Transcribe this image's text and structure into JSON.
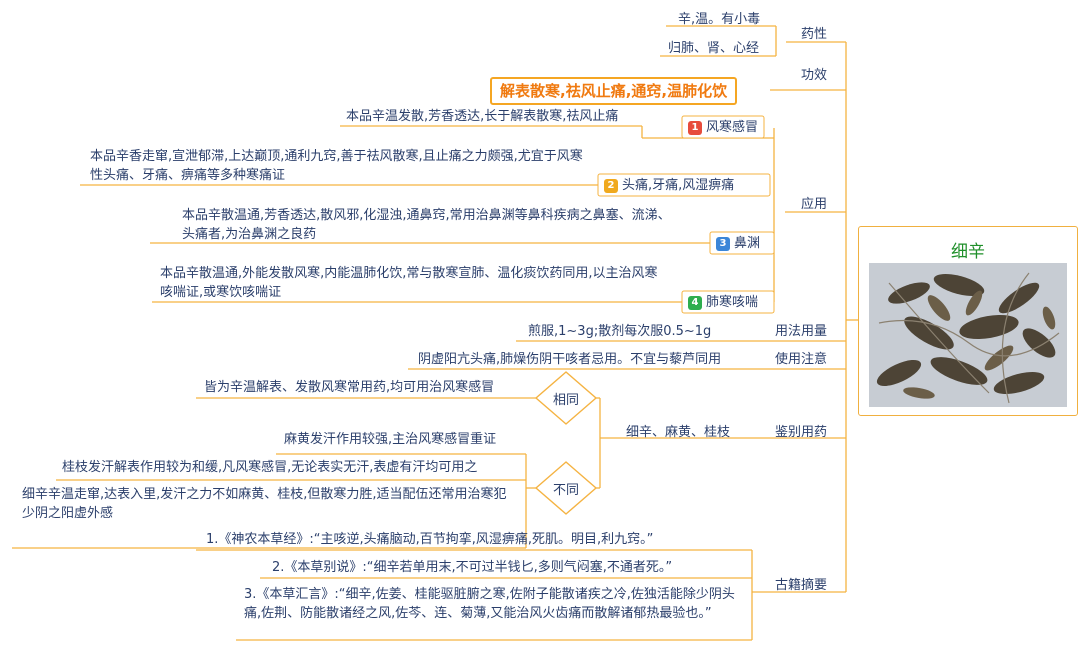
{
  "root": {
    "title": "细辛",
    "image_icon": "herb-photo"
  },
  "properties": {
    "label": "药性",
    "items": [
      "辛,温。有小毒",
      "归肺、肾、心经"
    ]
  },
  "efficacy": {
    "label": "功效",
    "text": "解表散寒,祛风止痛,通窍,温肺化饮"
  },
  "applications": {
    "label": "应用",
    "items": [
      {
        "num": "1",
        "title": "风寒感冒",
        "desc": "本品辛温发散,芳香透达,长于解表散寒,祛风止痛"
      },
      {
        "num": "2",
        "title": "头痛,牙痛,风湿痹痛",
        "desc": "本品辛香走窜,宣泄郁滞,上达巅顶,通利九窍,善于祛风散寒,且止痛之力颇强,尤宜于风寒性头痛、牙痛、痹痛等多种寒痛证"
      },
      {
        "num": "3",
        "title": "鼻渊",
        "desc": "本品辛散温通,芳香透达,散风邪,化湿浊,通鼻窍,常用治鼻渊等鼻科疾病之鼻塞、流涕、头痛者,为治鼻渊之良药"
      },
      {
        "num": "4",
        "title": "肺寒咳喘",
        "desc": "本品辛散温通,外能发散风寒,内能温肺化饮,常与散寒宣肺、温化痰饮药同用,以主治风寒咳喘证,或寒饮咳喘证"
      }
    ]
  },
  "usage": {
    "label": "用法用量",
    "text": "煎服,1~3g;散剂每次服0.5~1g"
  },
  "caution": {
    "label": "使用注意",
    "text": "阴虚阳亢头痛,肺燥伤阴干咳者忌用。不宜与藜芦同用"
  },
  "differentiation": {
    "label": "鉴别用药",
    "subject": "细辛、麻黄、桂枝",
    "same": {
      "label": "相同",
      "text": "皆为辛温解表、发散风寒常用药,均可用治风寒感冒"
    },
    "different": {
      "label": "不同",
      "items": [
        "麻黄发汗作用较强,主治风寒感冒重证",
        "桂枝发汗解表作用较为和缓,凡风寒感冒,无论表实无汗,表虚有汗均可用之",
        "细辛辛温走窜,达表入里,发汗之力不如麻黄、桂枝,但散寒力胜,适当配伍还常用治寒犯少阴之阳虚外感"
      ]
    }
  },
  "classics": {
    "label": "古籍摘要",
    "items": [
      "1.《神农本草经》:“主咳逆,头痛脑动,百节拘挛,风湿痹痛,死肌。明目,利九窍。”",
      "2.《本草别说》:“细辛若单用末,不可过半钱匕,多则气闷塞,不通者死。”",
      "3.《本草汇言》:“细辛,佐姜、桂能驱脏腑之寒,佐附子能散诸疾之冷,佐独活能除少阴头痛,佐荆、防能散诸经之风,佐芩、连、菊薄,又能治风火齿痛而散解诸郁热最验也。”"
    ]
  },
  "colors": {
    "line": "#f5b342",
    "text": "#2b3f6b",
    "accent": "#f07a10",
    "title_green": "#1f8f2a"
  }
}
